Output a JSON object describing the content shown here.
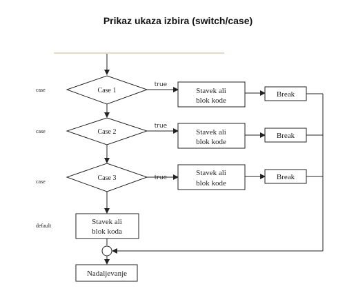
{
  "title": "Prikaz ukaza izbira (switch/case)",
  "row_labels": [
    "case",
    "case",
    "case",
    "default"
  ],
  "cases": [
    {
      "label": "Case 1",
      "edge": "true",
      "block_line1": "Stavek ali",
      "block_line2": "blok kode",
      "break": "Break"
    },
    {
      "label": "Case 2",
      "edge": "true",
      "block_line1": "Stavek ali",
      "block_line2": "blok kode",
      "break": "Break"
    },
    {
      "label": "Case 3",
      "edge": "true",
      "block_line1": "Stavek ali",
      "block_line2": "blok kode",
      "break": "Break"
    }
  ],
  "default_block": {
    "line1": "Stavek ali",
    "line2": "blok koda"
  },
  "end": "Nadaljevanje"
}
